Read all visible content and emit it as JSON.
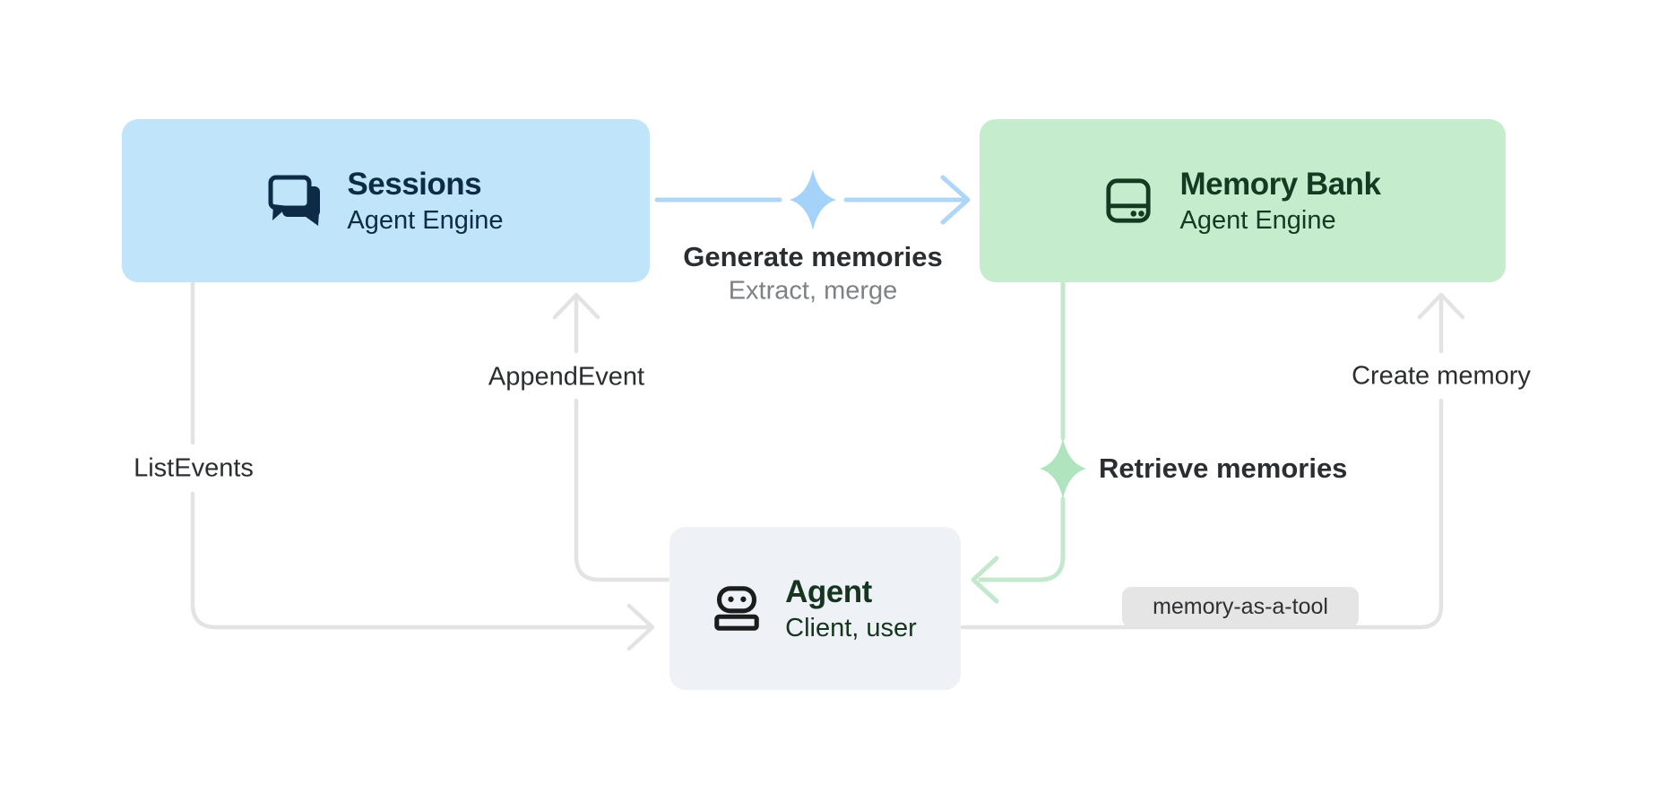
{
  "diagram": {
    "background": "#ffffff",
    "nodes": {
      "sessions": {
        "title": "Sessions",
        "subtitle": "Agent Engine",
        "bg": "#c0e4f9",
        "text_color": "#0d2b46",
        "icon": "chat-bubbles-icon"
      },
      "memory_bank": {
        "title": "Memory Bank",
        "subtitle": "Agent Engine",
        "bg": "#c6ecce",
        "text_color": "#143a22",
        "icon": "storage-icon"
      },
      "agent": {
        "title": "Agent",
        "subtitle": "Client, user",
        "bg": "#eef1f5",
        "text_color": "#16351e",
        "icon": "robot-icon"
      }
    },
    "edges": {
      "generate_memories": {
        "label": "Generate memories",
        "sublabel": "Extract, merge",
        "from": "sessions",
        "to": "memory_bank",
        "color": "#afd5f8",
        "sparkle_color": "#a5d2f8",
        "label_color": "#2b2e31",
        "sublabel_color": "#7e8285"
      },
      "retrieve_memories": {
        "label": "Retrieve memories",
        "from": "memory_bank",
        "to": "agent",
        "color": "#c3e8ce",
        "sparkle_color": "#b0e4bf",
        "label_color": "#2b2e31"
      },
      "append_event": {
        "label": "AppendEvent",
        "from": "agent",
        "to": "sessions",
        "color": "#e3e3e4",
        "label_color": "#2b2e31"
      },
      "list_events": {
        "label": "ListEvents",
        "from": "sessions",
        "to": "agent",
        "color": "#e3e3e4",
        "label_color": "#2b2e31"
      },
      "create_memory": {
        "label": "Create memory",
        "badge": "memory-as-a-tool",
        "from": "agent",
        "to": "memory_bank",
        "color": "#e3e3e4",
        "label_color": "#2b2e31",
        "badge_bg": "#e5e5e6",
        "badge_text_color": "#2f3032"
      }
    }
  }
}
